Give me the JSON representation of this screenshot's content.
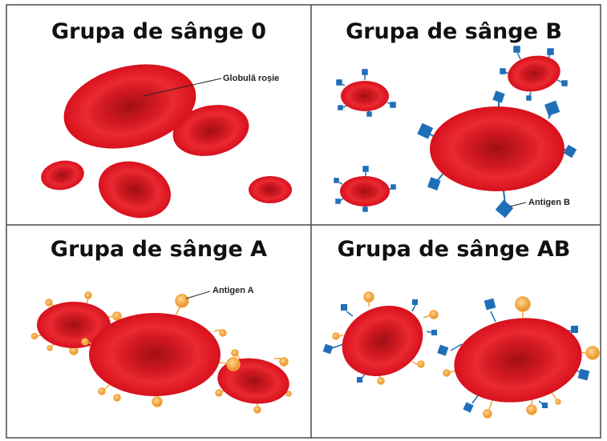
{
  "panels": [
    {
      "id": "o",
      "title": "Grupa de sânge 0",
      "label": "Globulă roșie"
    },
    {
      "id": "b",
      "title": "Grupa de sânge B",
      "label": "Antigen B"
    },
    {
      "id": "a",
      "title": "Grupa de sânge A",
      "label": "Antigen A"
    },
    {
      "id": "ab",
      "title": "Grupa de sânge AB"
    }
  ],
  "colors": {
    "cell": "#d8121e",
    "cell_dark": "#9c0b12",
    "antigen_a": "#f3a33a",
    "antigen_b": "#1f6fb8",
    "grid": "#4a4a4a"
  },
  "icons": {
    "cell": "red-blood-cell",
    "antigen_a": "orange-circle",
    "antigen_b": "blue-square"
  }
}
